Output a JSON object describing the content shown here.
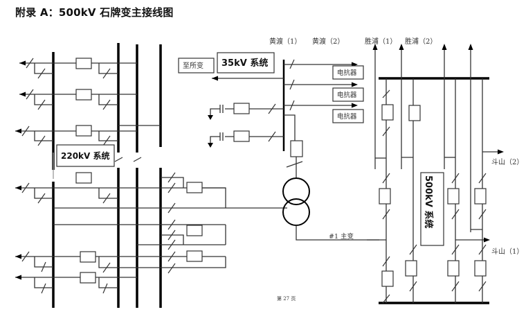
{
  "title": "附录 A：500kV 石牌变主接线图",
  "labels": {
    "system_220": "220kV 系统",
    "system_35": "35kV 系统",
    "system_500": "500kV 系统",
    "to_station": "至所变",
    "reactor": "电抗器",
    "main_transformer": "#1 主变",
    "huangdu_1": "黄渡（1）",
    "huangdu_2": "黄渡（2）",
    "shengpu_1": "胜浦（1）",
    "shengpu_2": "胜浦（2）",
    "doushan_2": "斗山（2）",
    "doushan_1": "斗山（1）"
  },
  "reactors": [
    "电抗器",
    "电抗器",
    "电抗器"
  ],
  "footer": "第 27 页",
  "colors": {
    "line": "#333333",
    "bus": "#000000",
    "background": "#ffffff"
  }
}
